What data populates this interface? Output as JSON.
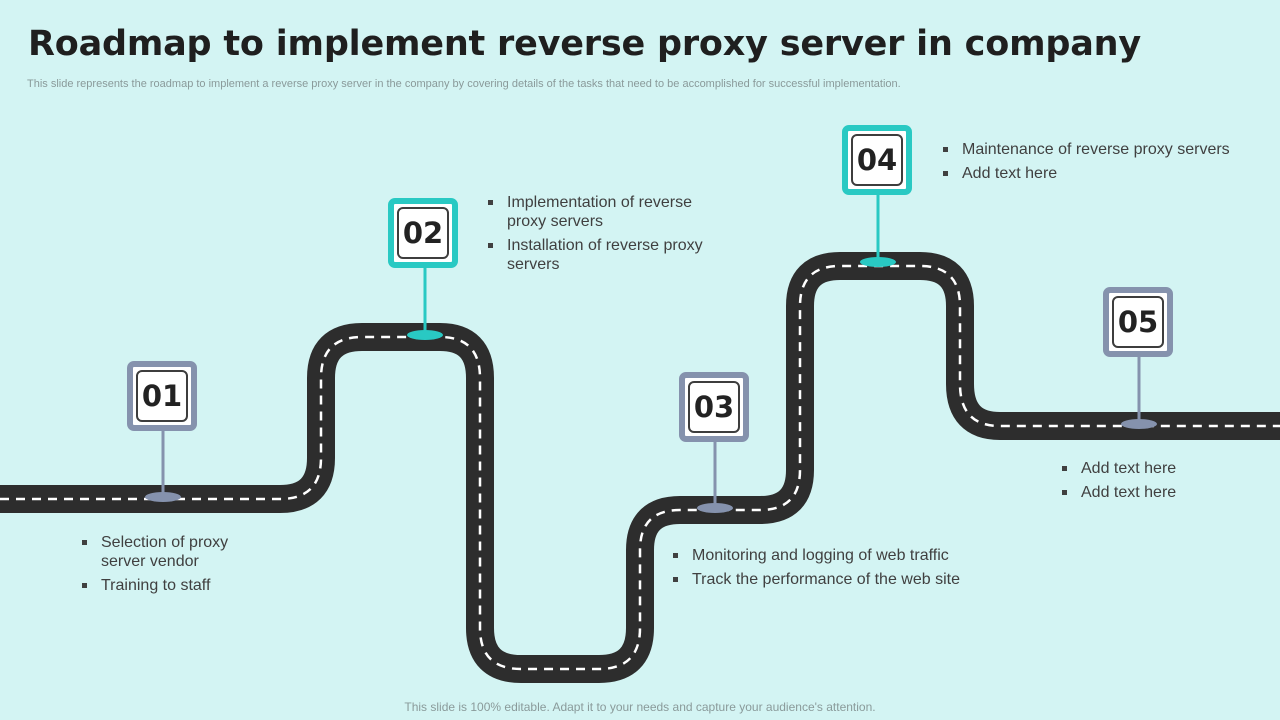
{
  "title": "Roadmap to implement reverse proxy server in company",
  "subtitle": "This slide represents the roadmap to implement a reverse proxy  server in the company by covering details of the tasks that need to be accomplished for successful implementation.",
  "footer": "This slide is 100% editable. Adapt it to your needs and capture your audience's attention.",
  "colors": {
    "background": "#d3f4f3",
    "road": "#2d2d2d",
    "road_dash": "#ffffff",
    "marker_gray": "#8592ad",
    "marker_teal": "#29c9c3"
  },
  "milestones": [
    {
      "number": "01",
      "style": "gray",
      "bullets": [
        "Selection of proxy server vendor",
        "Training to staff"
      ]
    },
    {
      "number": "02",
      "style": "teal",
      "bullets": [
        "Implementation  of reverse proxy servers",
        "Installation  of reverse proxy servers"
      ]
    },
    {
      "number": "03",
      "style": "gray",
      "bullets": [
        "Monitoring and logging of web traffic",
        "Track the performance of the web site"
      ]
    },
    {
      "number": "04",
      "style": "teal",
      "bullets": [
        "Maintenance  of reverse proxy servers",
        "Add text here"
      ]
    },
    {
      "number": "05",
      "style": "gray",
      "bullets": [
        "Add text here",
        "Add text here"
      ]
    }
  ]
}
